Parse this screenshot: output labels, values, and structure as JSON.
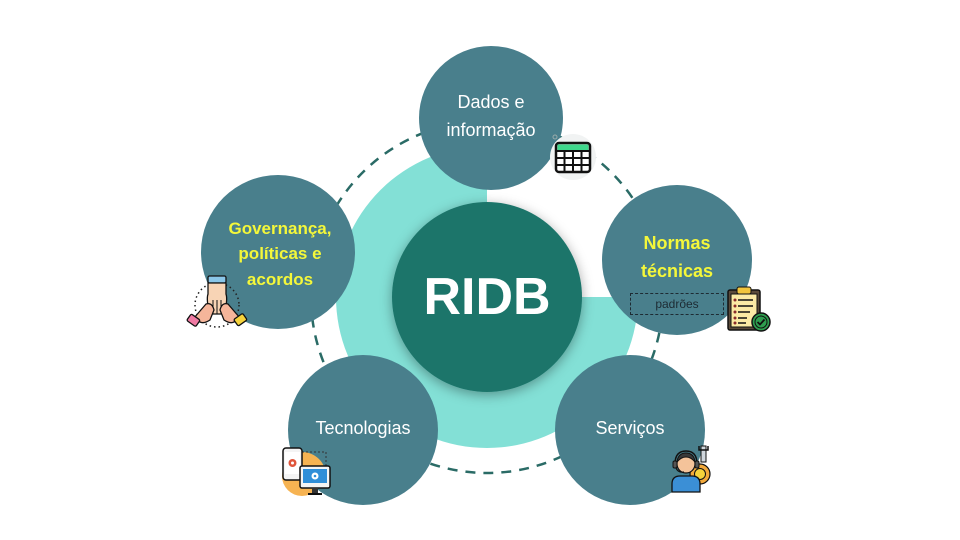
{
  "center": {
    "label": "RIDB"
  },
  "nodes": [
    {
      "id": "dados",
      "lines": [
        "Dados e",
        "informação"
      ],
      "highlight": false,
      "icon": "table-icon"
    },
    {
      "id": "normas",
      "lines": [
        "Normas",
        "técnicas"
      ],
      "highlight": true,
      "icon": "clipboard-check-icon",
      "tag": "padrões"
    },
    {
      "id": "servicos",
      "lines": [
        "Serviços"
      ],
      "highlight": false,
      "icon": "support-agent-gear-icon"
    },
    {
      "id": "tecnologias",
      "lines": [
        "Tecnologias"
      ],
      "highlight": false,
      "icon": "devices-settings-icon"
    },
    {
      "id": "governanca",
      "lines": [
        "Governança,",
        "políticas e",
        "acordos"
      ],
      "highlight": true,
      "icon": "hands-together-icon"
    }
  ],
  "colors": {
    "center_fill": "#1c756b",
    "inner_disk": "#83e0d6",
    "node_fill": "#497f8c",
    "dashed_ring": "#2a6b66",
    "highlight_text": "#f4f73a",
    "text": "#ffffff"
  }
}
